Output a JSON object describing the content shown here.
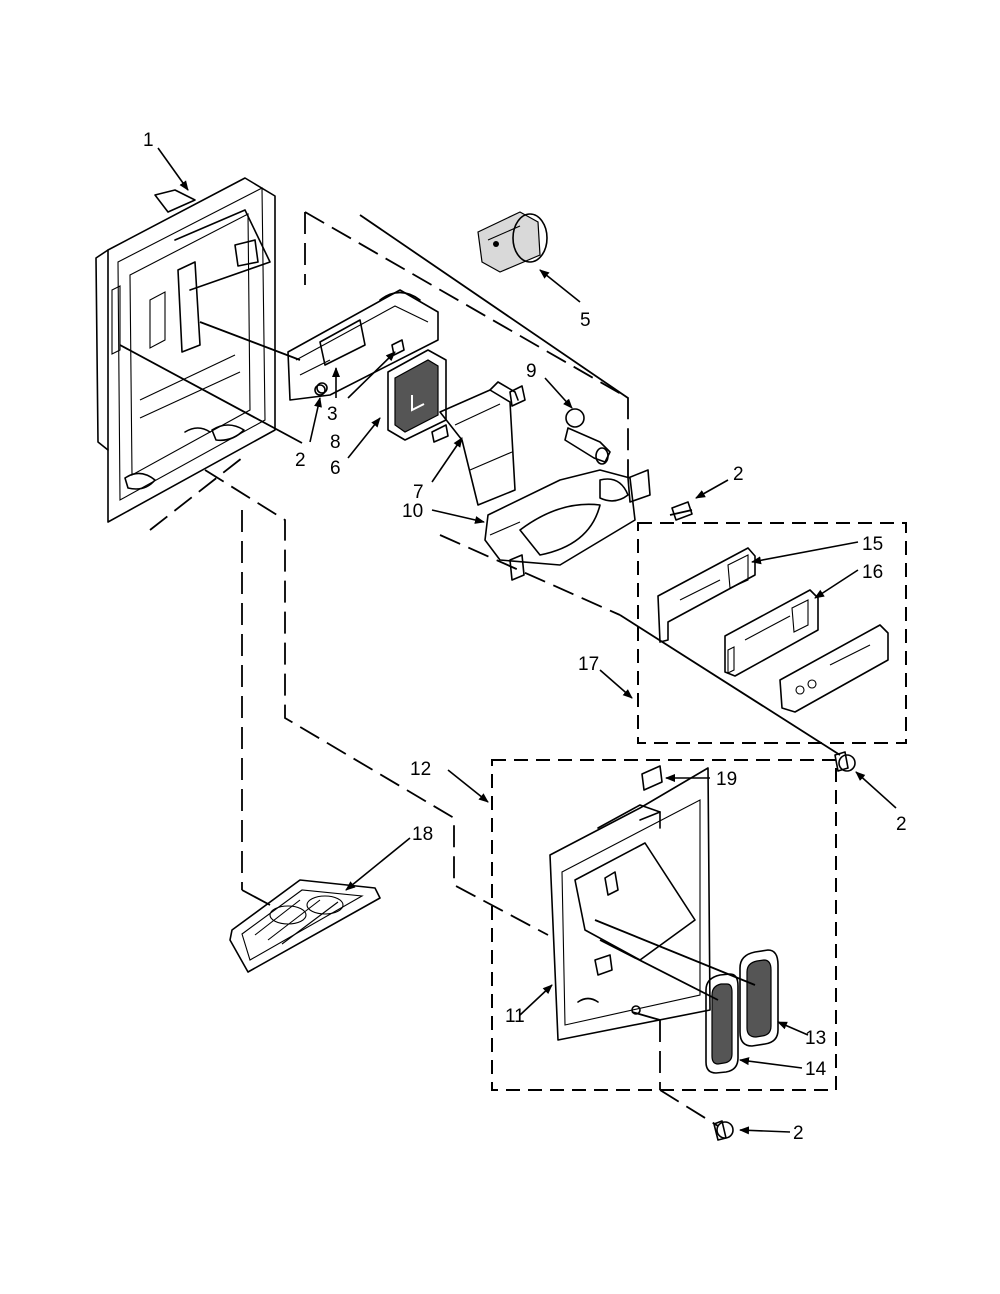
{
  "callouts": {
    "c1": "1",
    "c2a": "2",
    "c2b": "2",
    "c2c": "2",
    "c2d": "2",
    "c3": "3",
    "c5": "5",
    "c6": "6",
    "c7": "7",
    "c8": "8",
    "c9": "9",
    "c10": "10",
    "c11": "11",
    "c12": "12",
    "c13": "13",
    "c14": "14",
    "c15": "15",
    "c16": "16",
    "c17": "17",
    "c18": "18",
    "c19": "19"
  }
}
